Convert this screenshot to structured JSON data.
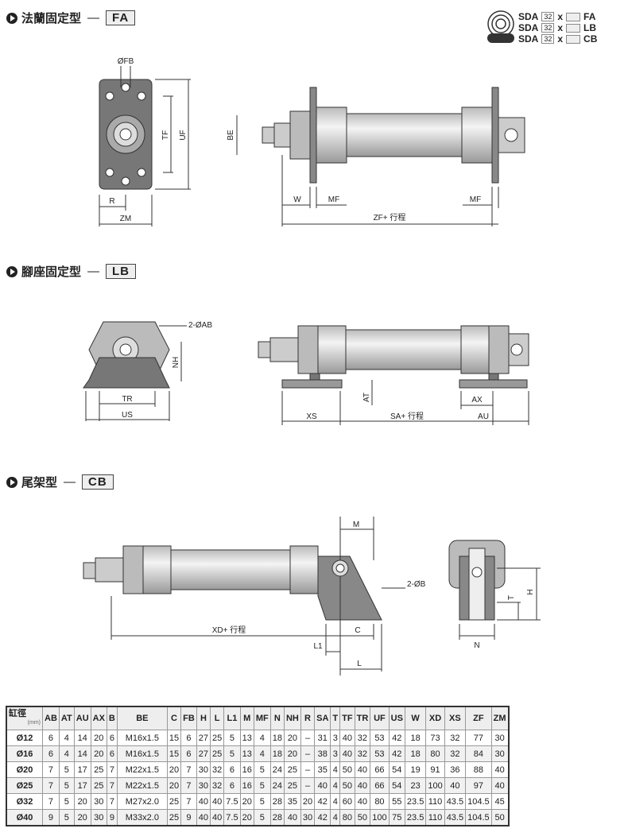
{
  "order_code": {
    "rows": [
      {
        "series": "SDA",
        "bore": "32",
        "x": "x",
        "type": "FA"
      },
      {
        "series": "SDA",
        "bore": "32",
        "x": "x",
        "type": "LB"
      },
      {
        "series": "SDA",
        "bore": "32",
        "x": "x",
        "type": "CB"
      }
    ]
  },
  "sections": {
    "fa": {
      "title": "法蘭固定型",
      "dash": "—",
      "code": "FA",
      "labels": {
        "fb": "ØFB",
        "r": "R",
        "zm": "ZM",
        "tf": "TF",
        "uf": "UF",
        "be": "BE",
        "w": "W",
        "mf1": "MF",
        "mf2": "MF",
        "zf": "ZF+ 行程"
      }
    },
    "lb": {
      "title": "腳座固定型",
      "dash": "—",
      "code": "LB",
      "labels": {
        "ab": "2-ØAB",
        "nh": "NH",
        "tr": "TR",
        "us": "US",
        "at": "AT",
        "ax": "AX",
        "xs": "XS",
        "sa": "SA+ 行程",
        "au": "AU"
      }
    },
    "cb": {
      "title": "尾架型",
      "dash": "—",
      "code": "CB",
      "labels": {
        "m": "M",
        "b": "2-ØB",
        "xd": "XD+ 行程",
        "c": "C",
        "l1": "L1",
        "l": "L",
        "t": "T",
        "h": "H",
        "n": "N"
      }
    }
  },
  "table": {
    "bore_header": "缸徑",
    "unit": "(mm)",
    "columns": [
      "AB",
      "AT",
      "AU",
      "AX",
      "B",
      "BE",
      "C",
      "FB",
      "H",
      "L",
      "L1",
      "M",
      "MF",
      "N",
      "NH",
      "R",
      "SA",
      "T",
      "TF",
      "TR",
      "UF",
      "US",
      "W",
      "XD",
      "XS",
      "ZF",
      "ZM"
    ],
    "rows": [
      [
        "Ø12",
        "6",
        "4",
        "14",
        "20",
        "6",
        "M16x1.5",
        "15",
        "6",
        "27",
        "25",
        "5",
        "13",
        "4",
        "18",
        "20",
        "–",
        "31",
        "3",
        "40",
        "32",
        "53",
        "42",
        "18",
        "73",
        "32",
        "77",
        "30"
      ],
      [
        "Ø16",
        "6",
        "4",
        "14",
        "20",
        "6",
        "M16x1.5",
        "15",
        "6",
        "27",
        "25",
        "5",
        "13",
        "4",
        "18",
        "20",
        "–",
        "38",
        "3",
        "40",
        "32",
        "53",
        "42",
        "18",
        "80",
        "32",
        "84",
        "30"
      ],
      [
        "Ø20",
        "7",
        "5",
        "17",
        "25",
        "7",
        "M22x1.5",
        "20",
        "7",
        "30",
        "32",
        "6",
        "16",
        "5",
        "24",
        "25",
        "–",
        "35",
        "4",
        "50",
        "40",
        "66",
        "54",
        "19",
        "91",
        "36",
        "88",
        "40"
      ],
      [
        "Ø25",
        "7",
        "5",
        "17",
        "25",
        "7",
        "M22x1.5",
        "20",
        "7",
        "30",
        "32",
        "6",
        "16",
        "5",
        "24",
        "25",
        "–",
        "40",
        "4",
        "50",
        "40",
        "66",
        "54",
        "23",
        "100",
        "40",
        "97",
        "40"
      ],
      [
        "Ø32",
        "7",
        "5",
        "20",
        "30",
        "7",
        "M27x2.0",
        "25",
        "7",
        "40",
        "40",
        "7.5",
        "20",
        "5",
        "28",
        "35",
        "20",
        "42",
        "4",
        "60",
        "40",
        "80",
        "55",
        "23.5",
        "110",
        "43.5",
        "104.5",
        "45"
      ],
      [
        "Ø40",
        "9",
        "5",
        "20",
        "30",
        "9",
        "M33x2.0",
        "25",
        "9",
        "40",
        "40",
        "7.5",
        "20",
        "5",
        "28",
        "40",
        "30",
        "42",
        "4",
        "80",
        "50",
        "100",
        "75",
        "23.5",
        "110",
        "43.5",
        "104.5",
        "50"
      ]
    ]
  }
}
